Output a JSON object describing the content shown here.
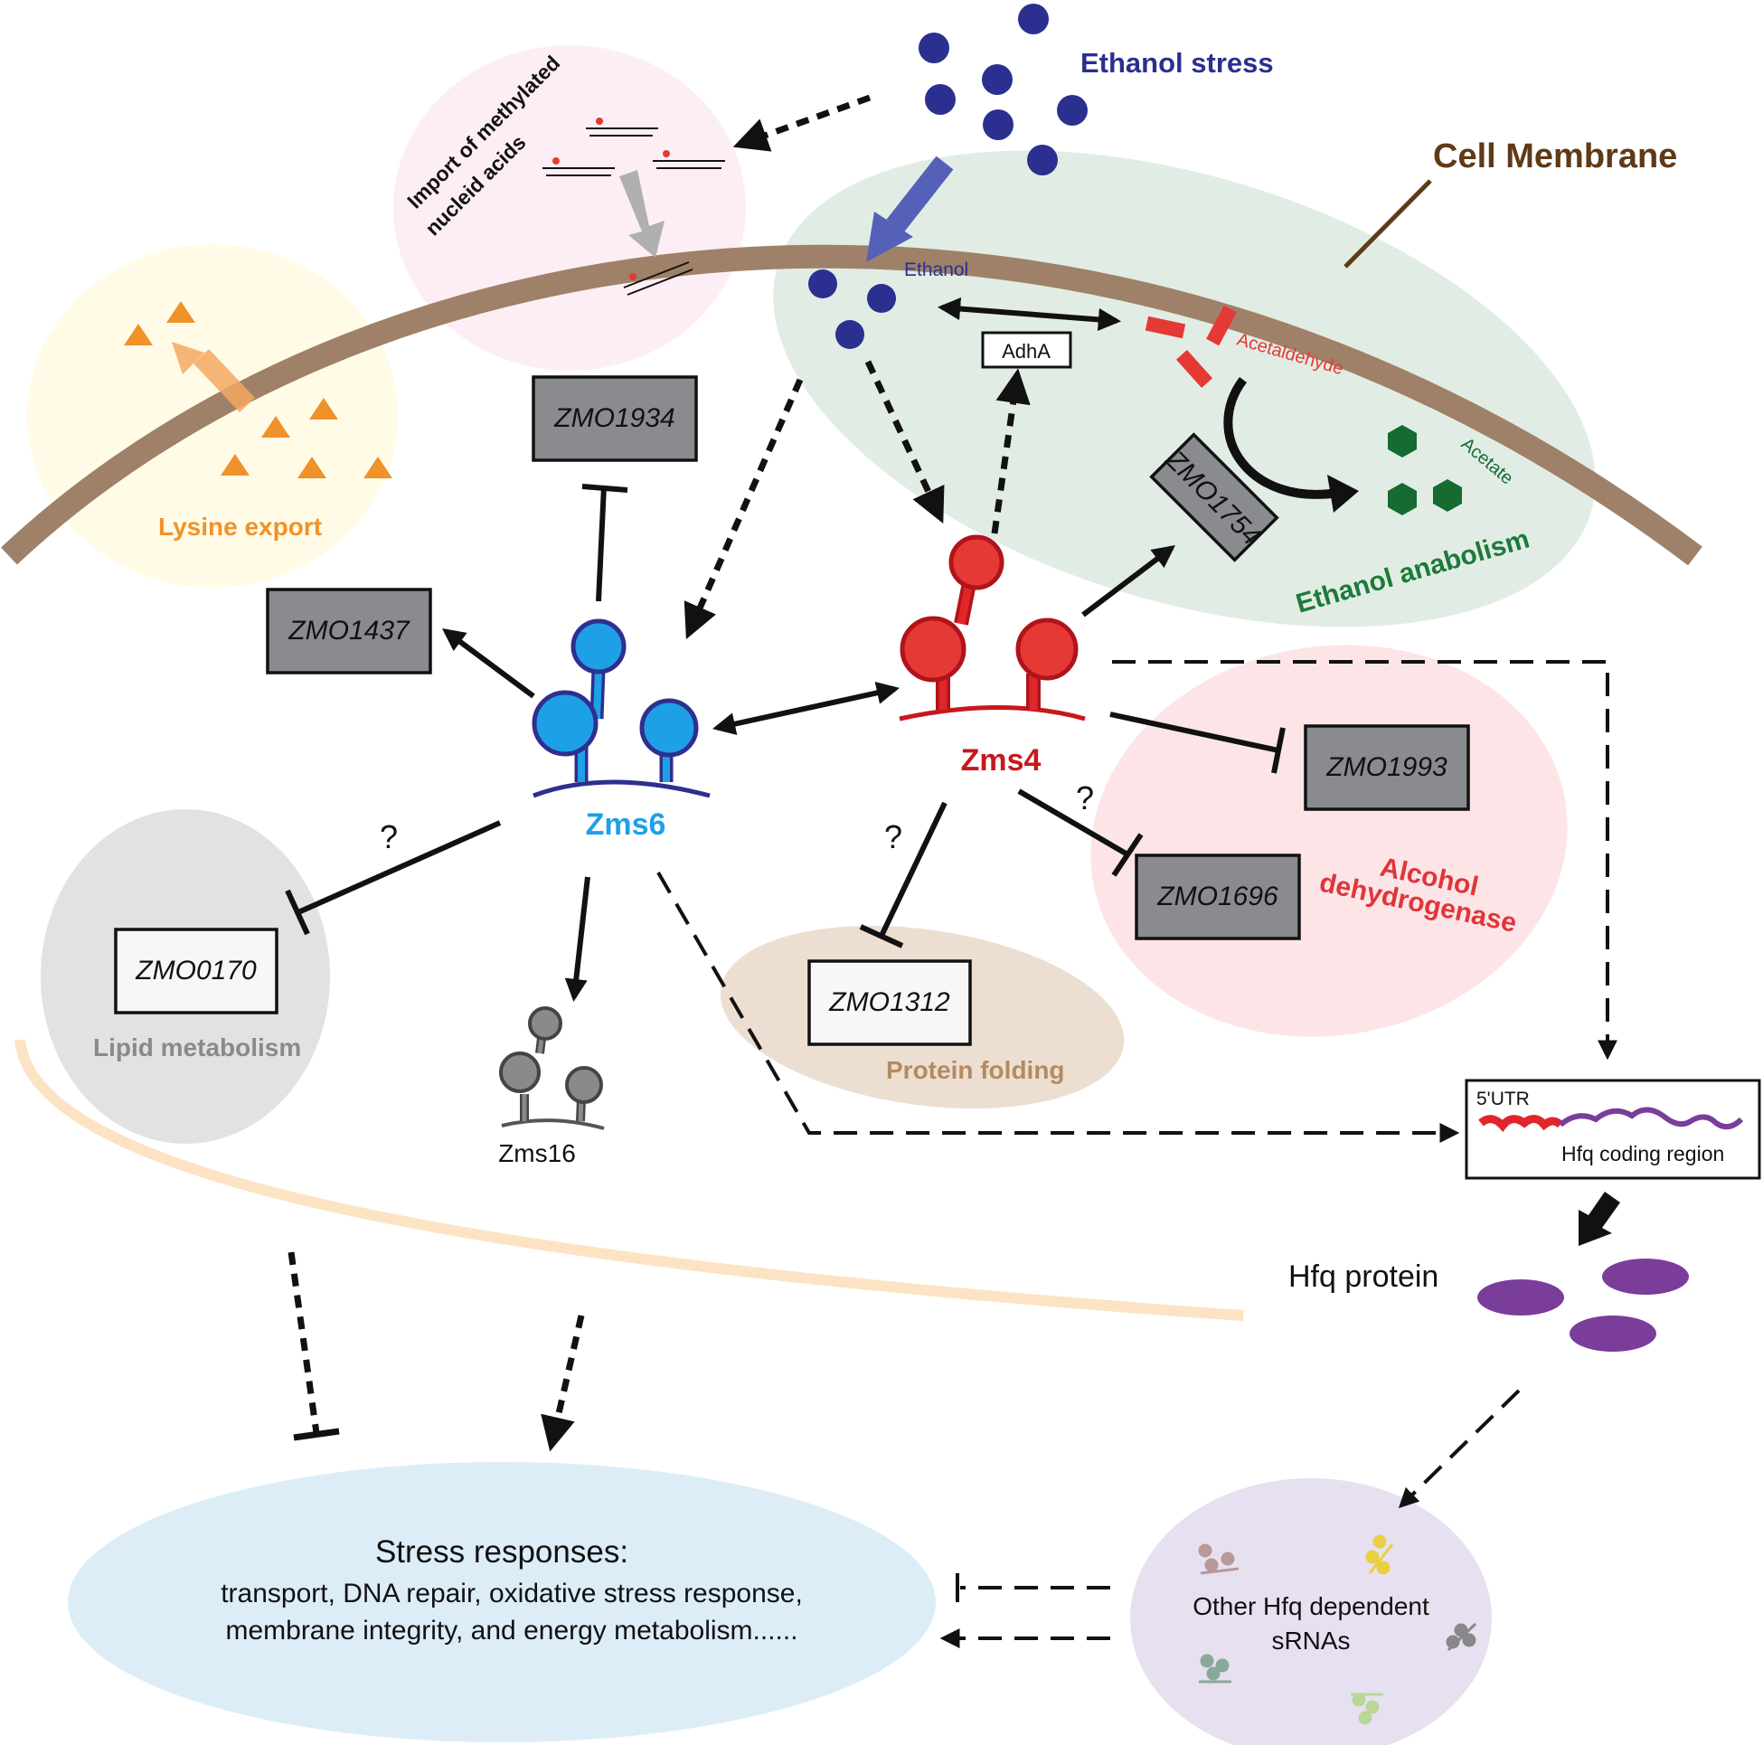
{
  "labels": {
    "ethanol_stress": "Ethanol stress",
    "cell_membrane": "Cell Membrane",
    "import_line1": "Import of methylated",
    "import_line2": "nucleid acids",
    "ethanol": "Ethanol",
    "adha": "AdhA",
    "acetaldehyde": "Acetaldehyde",
    "acetate": "Acetate",
    "ethanol_anabolism": "Ethanol anabolism",
    "lysine_export": "Lysine export",
    "zms6": "Zms6",
    "zms4": "Zms4",
    "zms16": "Zms16",
    "lipid_metabolism": "Lipid metabolism",
    "protein_folding": "Protein folding",
    "alcohol_line1": "Alcohol",
    "alcohol_line2": "dehydrogenase",
    "utr": "5'UTR",
    "hfq_coding": "Hfq coding region",
    "hfq_protein": "Hfq protein",
    "other_line1": "Other Hfq dependent",
    "other_line2": "sRNAs",
    "stress_title": "Stress responses:",
    "stress_line1": "transport, DNA repair, oxidative stress response,",
    "stress_line2": "membrane integrity, and energy metabolism......",
    "q1": "?",
    "q2": "?",
    "q3": "?"
  },
  "genes": {
    "zmo1934": "ZMO1934",
    "zmo1437": "ZMO1437",
    "zmo1754": "ZMO1754",
    "zmo1993": "ZMO1993",
    "zmo1696": "ZMO1696",
    "zmo0170": "ZMO0170",
    "zmo1312": "ZMO1312"
  },
  "colors": {
    "ethanol": "#2b2f8f",
    "membrane": "#9e8168",
    "cell_membrane_label": "#5e3a16",
    "lysine": "#f0922a",
    "zms6": "#1ea0e6",
    "zms4": "#e0262b",
    "anabolism": "#1d7a3a",
    "alcohol_dh": "#e0353a",
    "protein_folding": "#b58a60",
    "lipid": "#8a8a8a",
    "hfq": "#7a3d9a"
  }
}
